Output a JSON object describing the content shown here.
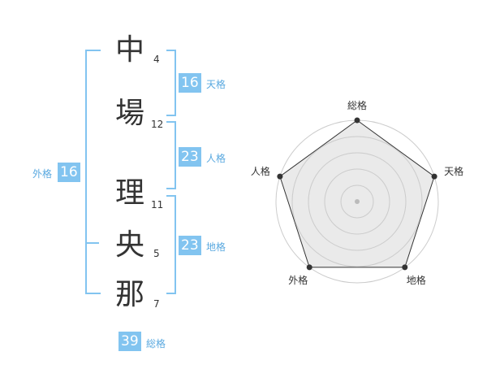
{
  "name_chars": [
    {
      "char": "中",
      "strokes": "4"
    },
    {
      "char": "場",
      "strokes": "12"
    },
    {
      "char": "理",
      "strokes": "11"
    },
    {
      "char": "央",
      "strokes": "5"
    },
    {
      "char": "那",
      "strokes": "7"
    }
  ],
  "fortunes": {
    "tenkaku": {
      "label": "天格",
      "value": "16"
    },
    "jinkaku": {
      "label": "人格",
      "value": "23"
    },
    "chikaku": {
      "label": "地格",
      "value": "23"
    },
    "gaikaku": {
      "label": "外格",
      "value": "16"
    },
    "soukaku": {
      "label": "総格",
      "value": "39"
    }
  },
  "radar": {
    "axes": [
      "総格",
      "天格",
      "地格",
      "外格",
      "人格"
    ],
    "levels": 5,
    "values": [
      5,
      5,
      5,
      5,
      5
    ],
    "max": 5
  },
  "colors": {
    "accent": "#82c4f0",
    "accent_text": "#5aa9e0",
    "radar_fill": "#e6e6e6",
    "radar_ring": "#cccccc",
    "radar_line": "#333333",
    "text": "#333333"
  }
}
